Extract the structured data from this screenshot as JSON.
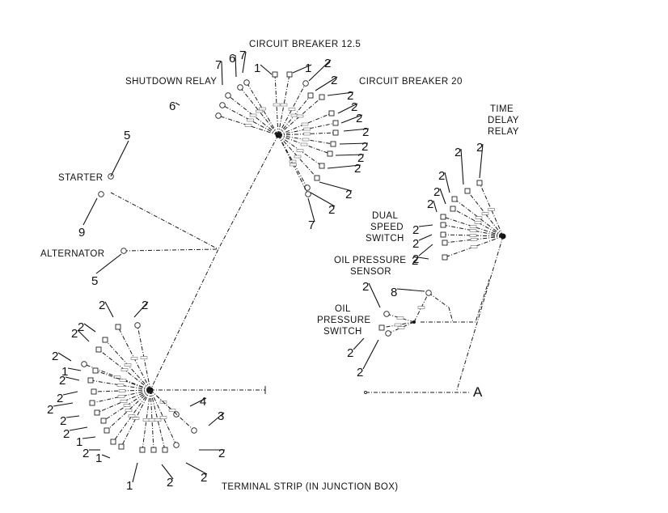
{
  "labels": {
    "circuit_breaker_12_5": "CIRCUIT BREAKER 12.5",
    "circuit_breaker_20": "CIRCUIT BREAKER 20",
    "shutdown_relay": "SHUTDOWN RELAY",
    "time_delay_relay": [
      "TIME",
      "DELAY",
      "RELAY"
    ],
    "starter": "STARTER",
    "alternator": "ALTERNATOR",
    "dual_speed_switch": [
      "DUAL",
      "SPEED",
      "SWITCH"
    ],
    "oil_pressure_sensor": [
      "OIL PRESSURE",
      "SENSOR"
    ],
    "oil_pressure_switch": [
      "OIL",
      "PRESSURE",
      "SWITCH"
    ],
    "terminal_strip": "TERMINAL STRIP (IN JUNCTION BOX)",
    "point_a": "A"
  },
  "callouts": {
    "top_cluster": [
      "1",
      "1",
      "2",
      "2",
      "2",
      "2",
      "2",
      "2",
      "2",
      "2",
      "2",
      "2",
      "2",
      "7",
      "7",
      "6",
      "7",
      "6"
    ],
    "starter": [
      "5",
      "9"
    ],
    "alternator": [
      "5"
    ],
    "time_delay_cluster": [
      "2",
      "2",
      "2",
      "2",
      "2",
      "2",
      "2",
      "2",
      "2"
    ],
    "oil_cluster": [
      "8",
      "2",
      "2",
      "2"
    ],
    "terminal_cluster": [
      "2",
      "2",
      "2",
      "2",
      "2",
      "1",
      "2",
      "2",
      "2",
      "2",
      "2",
      "1",
      "2",
      "1",
      "1",
      "2",
      "2",
      "2",
      "4",
      "3"
    ]
  }
}
